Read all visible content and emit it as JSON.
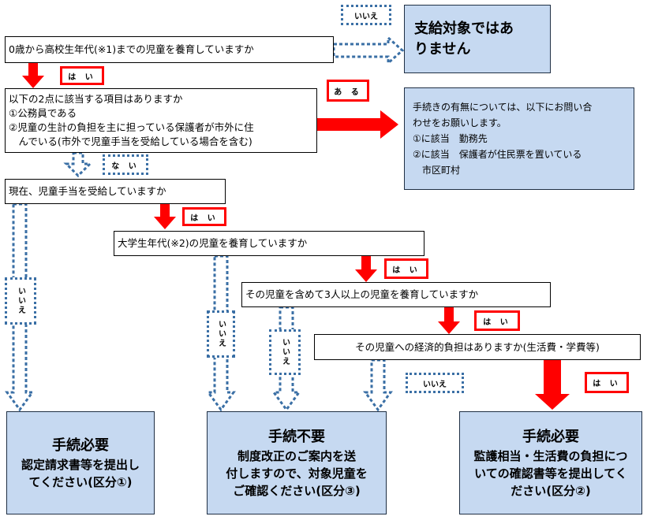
{
  "questions": {
    "q1": "0歳から高校生年代(※1)までの児童を養育していますか",
    "q2": [
      "以下の2点に該当する項目はありますか",
      "①公務員である",
      "②児童の生計の負担を主に担っている保護者が市外に住",
      "　んでいる(市外で児童手当を受給している場合を含む)"
    ],
    "q3": "現在、児童手当を受給していますか",
    "q4": "大学生年代(※2)の児童を養育していますか",
    "q5": "その児童を含めて3人以上の児童を養育していますか",
    "q6": "その児童への経済的負担はありますか(生活費・学費等)"
  },
  "results": {
    "not_eligible": [
      "支給対象ではあ",
      "りません"
    ],
    "inquiry": [
      "手続きの有無については、以下にお問い合",
      "わせをお願いします。",
      "①に該当　勤務先",
      "②に該当　保護者が住民票を置いている",
      "　市区町村"
    ],
    "required_1": {
      "title": "手続必要",
      "body": [
        "認定請求書等を提出し",
        "てください(区分①)"
      ]
    },
    "not_required": {
      "title": "手続不要",
      "body": [
        "制度改正のご案内を送",
        "付しますので、対象児童を",
        "ご確認ください(区分③)"
      ]
    },
    "required_2": {
      "title": "手続必要",
      "body": [
        "監護相当・生活費の負担につ",
        "いての確認書等を提出してく",
        "ださい(区分②)"
      ]
    }
  },
  "tags": {
    "yes": "は い",
    "no": "いいえ",
    "aru": "あ る",
    "nai": "な い"
  },
  "colors": {
    "yes_arrow": "#ff0000",
    "no_arrow": "#3a6fa5",
    "result_fill": "#c6d9f1"
  }
}
